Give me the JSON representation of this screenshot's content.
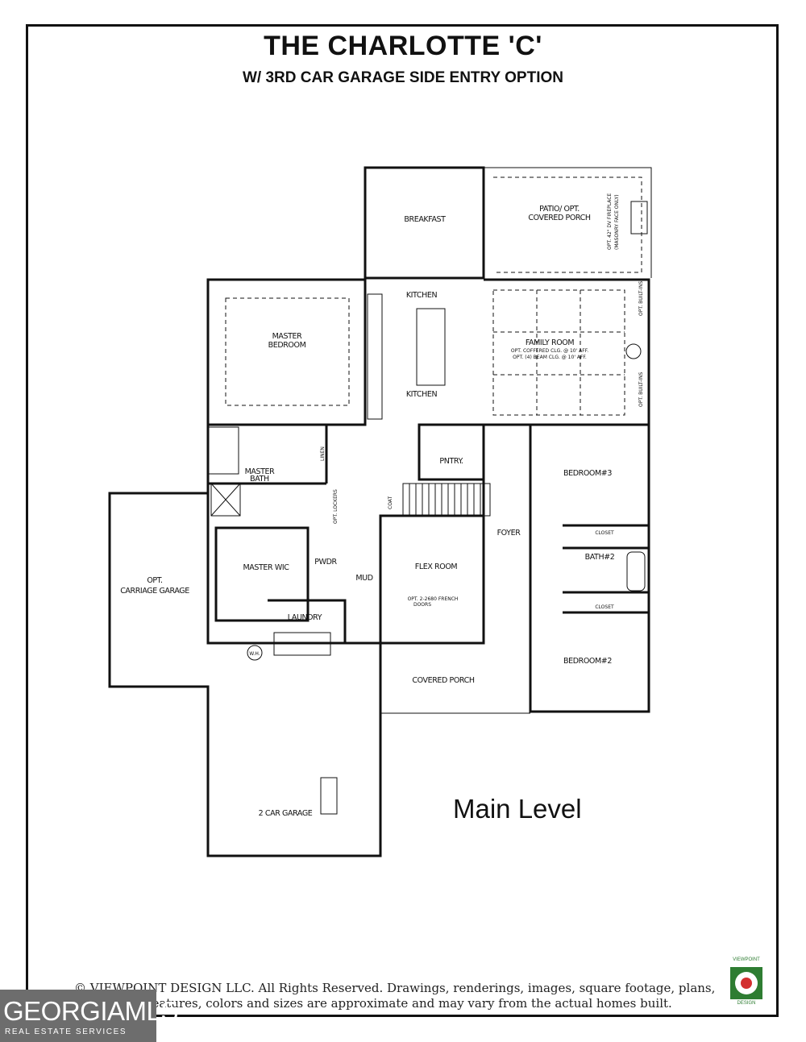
{
  "header": {
    "title": "THE CHARLOTTE 'C'",
    "subtitle": "W/ 3RD CAR GARAGE SIDE ENTRY OPTION"
  },
  "level_label": "Main Level",
  "rooms": {
    "breakfast": "BREAKFAST",
    "patio": [
      "PATIO/ OPT.",
      "COVERED PORCH"
    ],
    "fireplace_note_1": "OPT. 42\" DV FIREPLACE",
    "fireplace_note_2": "(MASONRY FACE ONLY)",
    "kitchen_top": "KITCHEN",
    "kitchen_bottom": "KITCHEN",
    "master_bedroom": [
      "MASTER",
      "BEDROOM"
    ],
    "family_room": "FAMILY ROOM",
    "family_note_1": "OPT. COFFERED CLG. @ 10' AFF.",
    "family_note_2": "OPT. (4) BEAM CLG. @ 10' AFF.",
    "opt_built_ins_top": "OPT. BUILT-INS",
    "opt_built_ins_bottom": "OPT. BUILT-INS",
    "master_bath": [
      "MASTER",
      "BATH"
    ],
    "linen": "LINEN",
    "pantry": "PNTRY.",
    "coat": "COAT",
    "opt_lockers": "OPT. LOCKERS",
    "bedroom3": "BEDROOM#3",
    "closet_top": "CLOSET",
    "bath2": "BATH#2",
    "closet_bottom": "CLOSET",
    "opt_carriage_garage": [
      "OPT.",
      "CARRIAGE GARAGE"
    ],
    "master_wic": "MASTER WIC",
    "pwdr": "PWDR",
    "mud": "MUD",
    "flex_room": "FLEX ROOM",
    "flex_note": [
      "OPT. 2-2680 FRENCH",
      "DOORS"
    ],
    "foyer": "FOYER",
    "laundry": "LAUNDRY",
    "water_heater": "W.H.",
    "covered_porch": "COVERED PORCH",
    "bedroom2": "BEDROOM#2",
    "two_car_garage": "2 CAR GARAGE"
  },
  "copyright": {
    "line1": "© VIEWPOINT DESIGN LLC. All Rights Reserved. Drawings, renderings, images, square footage, plans,",
    "line2": "ns, features, colors and sizes are approximate and may vary from the actual homes built."
  },
  "georgia_mls": {
    "name": "GEORGIAMLS",
    "tagline": "REAL ESTATE SERVICES"
  },
  "viewpoint_logo": {
    "top": "VIEWPOINT",
    "bottom": "DESIGN"
  }
}
